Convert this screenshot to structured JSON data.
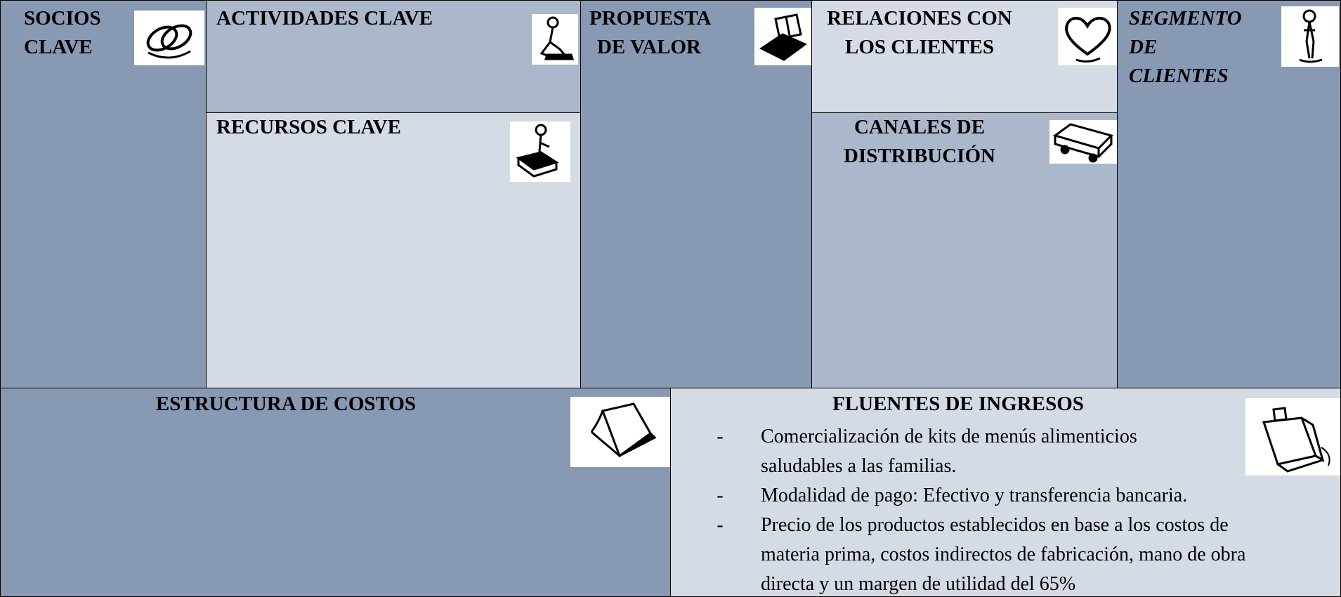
{
  "canvas": {
    "socios": {
      "title_line1": "SOCIOS",
      "title_line2": "CLAVE",
      "icon": "chain-link-icon"
    },
    "actividades": {
      "title": "ACTIVIDADES CLAVE",
      "icon": "kneeling-person-icon"
    },
    "recursos": {
      "title": "RECURSOS CLAVE",
      "icon": "person-on-box-icon"
    },
    "propuesta": {
      "title_line1": "PROPUESTA",
      "title_line2": "DE VALOR",
      "icon": "gift-box-icon"
    },
    "relaciones": {
      "title_line1": "RELACIONES CON",
      "title_line2": "LOS CLIENTES",
      "icon": "heart-icon"
    },
    "canales": {
      "title_line1": "CANALES DE",
      "title_line2": "DISTRIBUCIÓN",
      "icon": "delivery-truck-icon"
    },
    "segmento": {
      "title_line1": "SEGMENTO",
      "title_line2": "DE",
      "title_line3": "CLIENTES",
      "icon": "standing-person-icon"
    },
    "costos": {
      "title": "ESTRUCTURA DE COSTOS",
      "icon": "paper-sheet-icon"
    },
    "ingresos": {
      "title": "FLUENTES DE INGRESOS",
      "icon": "cash-register-icon",
      "items": [
        {
          "dash": "-",
          "line1": "Comercialización de kits de menús alimenticios",
          "line2": "saludables a las familias."
        },
        {
          "dash": "-",
          "line1": "Modalidad de pago: Efectivo y transferencia bancaria."
        },
        {
          "dash": "-",
          "line1": "Precio de los productos establecidos en base a los costos de",
          "line2": "materia prima, costos indirectos de fabricación, mano de obra",
          "line3": "directa y un margen de utilidad del 65%"
        }
      ]
    }
  },
  "colors": {
    "dark": "#8899b4",
    "mid": "#abb7ca",
    "light": "#d4dbe5"
  }
}
